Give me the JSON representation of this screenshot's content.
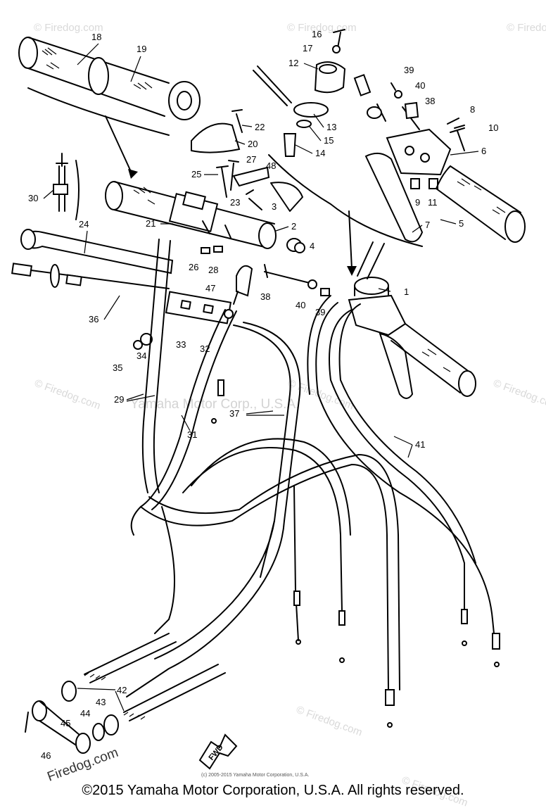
{
  "watermarks": {
    "brand": "© Firedog.com",
    "center": "Yamaha Motor Corp., U.S.A.",
    "corner": "Firedog.com"
  },
  "small_copyright": "(c) 2005-2015 Yamaha Motor Corporation, U.S.A.",
  "footer_copyright": "©2015 Yamaha Motor Corporation, U.S.A. All rights reserved.",
  "fwd_label": "FWD",
  "callouts": [
    "1",
    "2",
    "3",
    "4",
    "5",
    "6",
    "7",
    "8",
    "9",
    "10",
    "11",
    "12",
    "13",
    "14",
    "15",
    "16",
    "17",
    "18",
    "19",
    "20",
    "21",
    "22",
    "23",
    "24",
    "25",
    "26",
    "27",
    "28",
    "29",
    "30",
    "31",
    "32",
    "33",
    "34",
    "35",
    "36",
    "37",
    "38",
    "39",
    "40",
    "41",
    "42",
    "43",
    "44",
    "45",
    "46",
    "47",
    "48",
    "38",
    "39",
    "40"
  ]
}
